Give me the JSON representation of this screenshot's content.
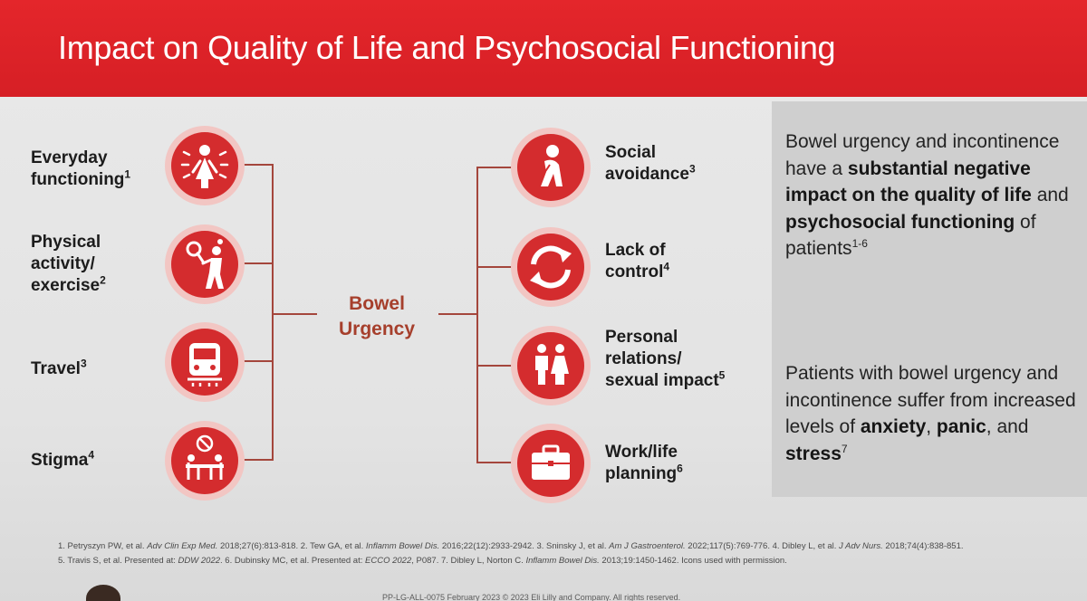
{
  "slide": {
    "title": "Impact on Quality of Life and Psychosocial Functioning",
    "center": {
      "label": "Bowel\nUrgency"
    },
    "left_items": [
      {
        "label": "Everyday\nfunctioning",
        "ref": "1",
        "icon": "person-radiating-icon"
      },
      {
        "label": "Physical\nactivity/\nexercise",
        "ref": "2",
        "icon": "tennis-player-icon"
      },
      {
        "label": "Travel",
        "ref": "3",
        "icon": "train-icon"
      },
      {
        "label": "Stigma",
        "ref": "4",
        "icon": "restricted-dining-icon"
      }
    ],
    "right_items": [
      {
        "label": "Social\navoidance",
        "ref": "3",
        "icon": "sitting-person-icon"
      },
      {
        "label": "Lack of\ncontrol",
        "ref": "4",
        "icon": "circular-arrows-icon"
      },
      {
        "label": "Personal\nrelations/\nsexual impact",
        "ref": "5",
        "icon": "couple-icon"
      },
      {
        "label": "Work/life\nplanning",
        "ref": "6",
        "icon": "briefcase-icon"
      }
    ],
    "side_panel": {
      "text1": {
        "before": "Bowel urgency and incontinence have a ",
        "bold": "substantial negative impact on the quality of life",
        "mid": " and ",
        "bold2": "psychosocial functioning",
        "after": " of patients",
        "ref": "1-6"
      },
      "text2": {
        "before": "Patients with bowel urgency and incontinence suffer from increased levels of ",
        "bold1": "anxiety",
        "mid1": ", ",
        "bold2": "panic",
        "mid2": ", and ",
        "bold3": "stress",
        "ref": "7"
      }
    },
    "references": {
      "r1": "1. Petryszyn PW, et al. ",
      "r1_j": "Adv Clin Exp Med.",
      "r1_c": " 2018;27(6):813-818. 2. Tew GA, et al. ",
      "r2_j": "Inflamm Bowel Dis.",
      "r2_c": " 2016;22(12):2933-2942. 3. Sninsky J, et al. ",
      "r3_j": "Am J Gastroenterol.",
      "r3_c": " 2022;117(5):769-776. 4. Dibley L, et al. ",
      "r4_j": "J Adv Nurs.",
      "r4_c": " 2018;74(4):838-851.",
      "r5": "5. Travis S, et al. Presented at: ",
      "r5_j": "DDW 2022",
      "r5_c": ". 6. Dubinsky MC, et al. Presented at: ",
      "r6_j": "ECCO 2022",
      "r6_c": ", P087. 7. Dibley L, Norton C. ",
      "r7_j": "Inflamm Bowel Dis.",
      "r7_c": " 2013;19:1450-1462. Icons used with permission."
    },
    "footer": "PP-LG-ALL-0075 February 2023 © 2023 Eli Lilly and Company. All rights reserved."
  },
  "colors": {
    "header_red": "#e4262b",
    "icon_red": "#d42c2e",
    "center_label": "#a63f2c",
    "connector": "#a4463c",
    "panel": "#cfcfcf"
  }
}
